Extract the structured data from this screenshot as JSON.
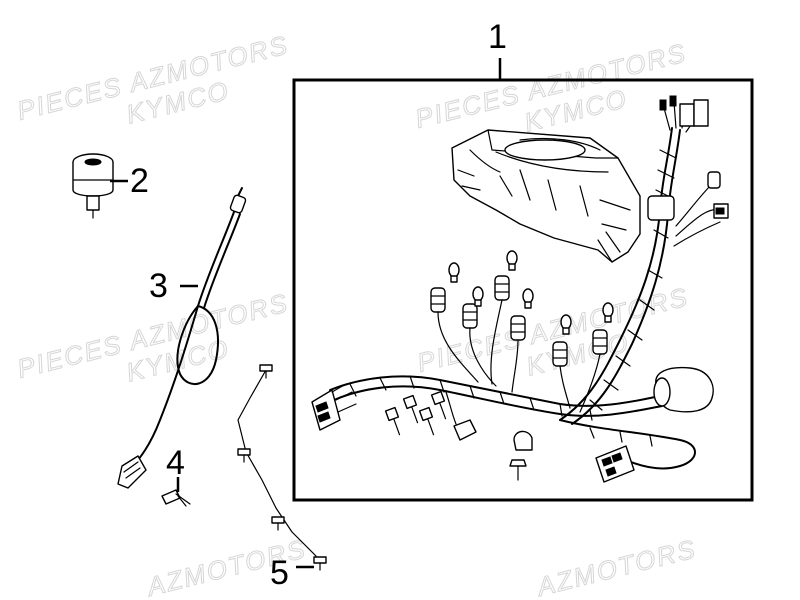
{
  "watermark": {
    "line1": "PIECES AZMOTORS",
    "line2": "KYMCO"
  },
  "watermark_bottom": {
    "line1": "AZMOTORS"
  },
  "callouts": {
    "c1": "1",
    "c2": "2",
    "c3": "3",
    "c4": "4",
    "c5": "5"
  },
  "colors": {
    "ink": "#000000",
    "watermark": "#d6d6d6",
    "background": "#ffffff"
  }
}
